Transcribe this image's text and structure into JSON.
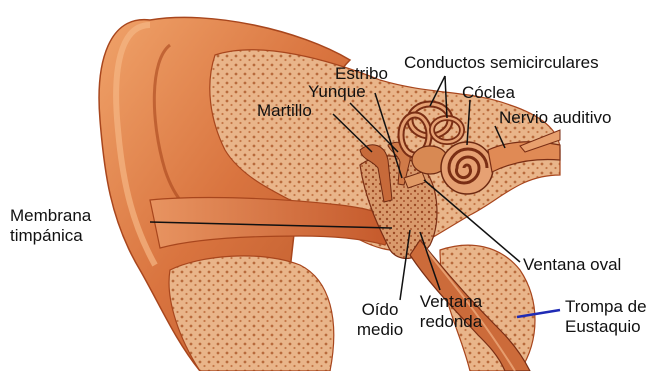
{
  "labels": {
    "conductos": "Conductos semicirculares",
    "estribo": "Estribo",
    "yunque": "Yunque",
    "martillo": "Martillo",
    "coclea": "Cóclea",
    "nervio": "Nervio auditivo",
    "membrana_1": "Membrana",
    "membrana_2": "timpánica",
    "ventana_oval": "Ventana oval",
    "oido_1": "Oído",
    "oido_2": "medio",
    "ventana_redonda_1": "Ventana",
    "ventana_redonda_2": "redonda",
    "trompa_1": "Trompa de",
    "trompa_2": "Eustaquio"
  },
  "colors": {
    "skin": "#d9743f",
    "skin_dark": "#a8461d",
    "skin_light": "#f0a36a",
    "bone": "#e9b58a",
    "bone_dots": "#b86a3c",
    "canal": "#c4582a",
    "inner": "#8a3a1f",
    "label_line": "#111111",
    "trompa_line": "#1f2bb5"
  }
}
